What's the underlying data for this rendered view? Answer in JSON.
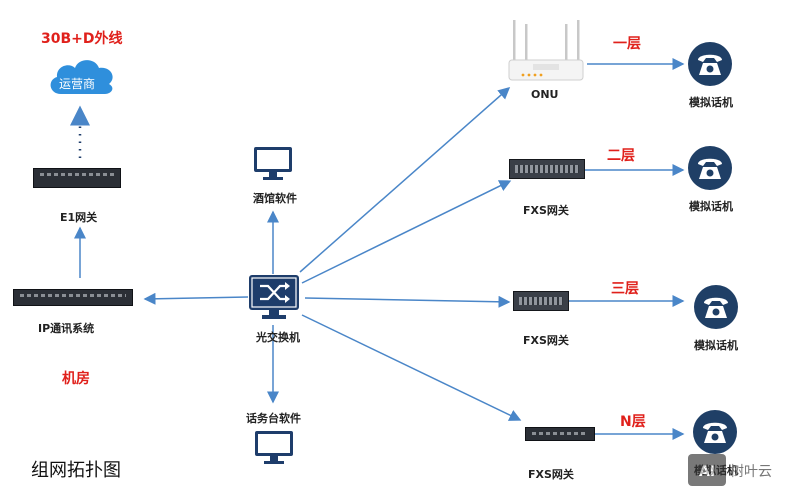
{
  "colors": {
    "accent_blue": "#2f75c7",
    "dark_blue": "#1e3d6b",
    "label_red": "#e0201b",
    "arrow": "#4a86c8"
  },
  "left": {
    "trunk_label": "30B+D外线",
    "cloud_label": "运营商",
    "e1_label": "E1网关",
    "ipcs_label": "IP通讯系统",
    "room_label": "机房"
  },
  "center": {
    "hotel_label": "酒馆软件",
    "switch_label": "光交换机",
    "console_label": "话务台软件"
  },
  "right": {
    "rows": [
      {
        "device": "ONU",
        "floor": "一层",
        "phone": "模拟话机"
      },
      {
        "device": "FXS网关",
        "floor": "二层",
        "phone": "模拟话机"
      },
      {
        "device": "FXS网关",
        "floor": "三层",
        "phone": "模拟话机"
      },
      {
        "device": "FXS网关",
        "floor": "N层",
        "phone": "模拟话机"
      }
    ]
  },
  "caption": "组网拓扑图",
  "watermark": "树叶云"
}
